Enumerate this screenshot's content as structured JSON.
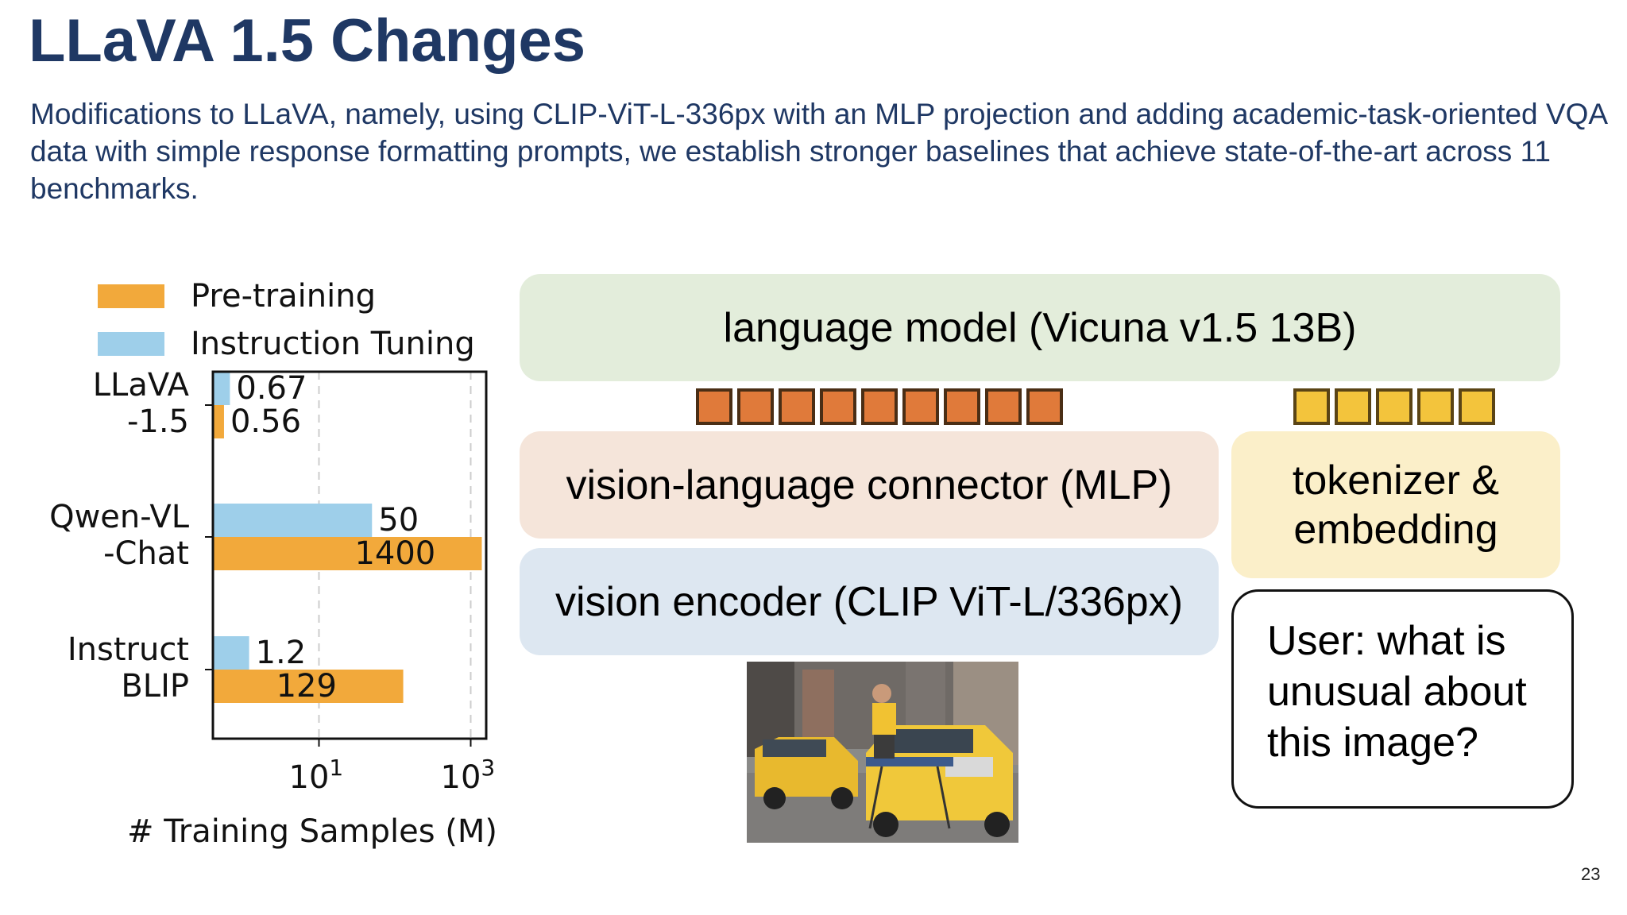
{
  "title": "LLaVA 1.5 Changes",
  "subtitle": "Modifications to LLaVA, namely, using CLIP-ViT-L-336px with an MLP projection and adding academic-task-oriented VQA data with simple response formatting prompts, we establish stronger baselines that achieve state-of-the-art across 11 benchmarks.",
  "chart_data": {
    "type": "bar",
    "orientation": "horizontal",
    "x_scale": "log",
    "xlabel": "# Training Samples (M)",
    "xlim": [
      0.4,
      1600
    ],
    "x_ticks": [
      {
        "value": 10,
        "base": "10",
        "exp": "1"
      },
      {
        "value": 1000,
        "base": "10",
        "exp": "3"
      }
    ],
    "categories": [
      {
        "line1": "LLaVA",
        "line2": "-1.5"
      },
      {
        "line1": "Qwen-VL",
        "line2": "-Chat"
      },
      {
        "line1": "Instruct",
        "line2": "BLIP"
      }
    ],
    "series": [
      {
        "name": "Instruction Tuning",
        "color": "#9ecfea",
        "values": [
          0.67,
          50,
          1.2
        ],
        "labels": [
          "0.67",
          "50",
          "1.2"
        ]
      },
      {
        "name": "Pre-training",
        "color": "#f2a93b",
        "values": [
          0.56,
          1400,
          129
        ],
        "labels": [
          "0.56",
          "1400",
          "129"
        ]
      }
    ],
    "legend_order": [
      "Pre-training",
      "Instruction Tuning"
    ],
    "grid": true,
    "legend_position": "top-left"
  },
  "diagram": {
    "language_model": "language model (Vicuna v1.5 13B)",
    "connector": "vision-language connector (MLP)",
    "encoder": "vision encoder (CLIP ViT-L/336px)",
    "tokenizer_line1": "tokenizer &",
    "tokenizer_line2": "embedding",
    "prompt_line1": "User: what is",
    "prompt_line2": "unusual about",
    "prompt_line3": "this image?",
    "image_tokens": 9,
    "text_tokens": 5,
    "colors": {
      "image_token": "#e07a3a",
      "text_token": "#f3c43c"
    }
  },
  "page_number": "23"
}
